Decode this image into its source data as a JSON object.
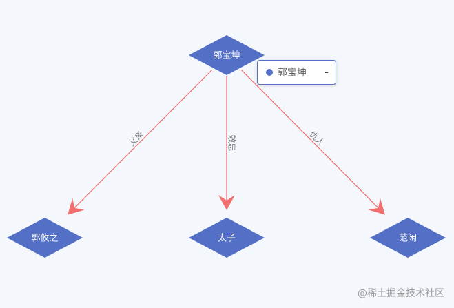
{
  "colors": {
    "node": "#5470c6",
    "edge": "#f26d6d",
    "background": "#f4f8fc"
  },
  "nodes": [
    {
      "id": "guo-baokun",
      "label": "郭宝坤"
    },
    {
      "id": "guo-youzhi",
      "label": "郭攸之"
    },
    {
      "id": "taizi",
      "label": "太子"
    },
    {
      "id": "fanxian",
      "label": "范闲"
    }
  ],
  "edges": [
    {
      "source": "guo-baokun",
      "target": "guo-youzhi",
      "label": "父亲"
    },
    {
      "source": "guo-baokun",
      "target": "taizi",
      "label": "效忠"
    },
    {
      "source": "guo-baokun",
      "target": "fanxian",
      "label": "仇人"
    }
  ],
  "tooltip": {
    "name": "郭宝坤",
    "value": "-",
    "marker_color": "#5470c6"
  },
  "watermark": "@稀土掘金技术社区"
}
